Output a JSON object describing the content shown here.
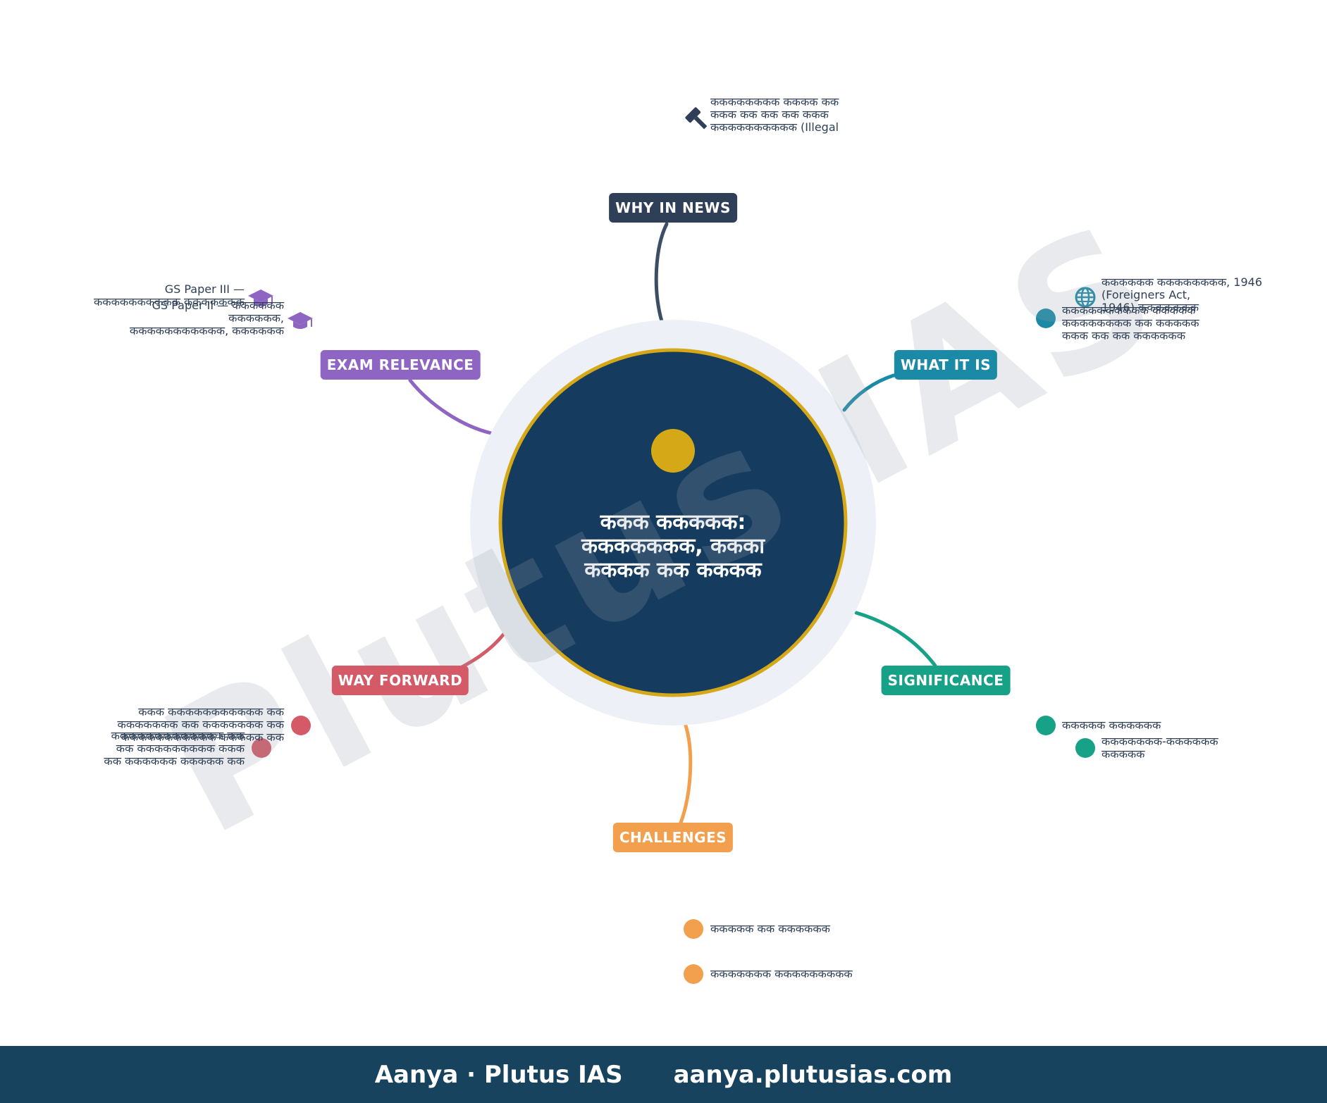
{
  "watermark": "Plutus IAS",
  "center": {
    "title_lines": [
      "ककक ककककक:",
      "ककककककक, ककका",
      "कककक कक कककक"
    ]
  },
  "branches": {
    "why_in_news": "WHY IN NEWS",
    "what_it_is": "WHAT IT IS",
    "significance": "SIGNIFICANCE",
    "challenges": "CHALLENGES",
    "way_forward": "WAY FORWARD",
    "exam_relevance": "EXAM RELEVANCE"
  },
  "notes": {
    "why_in_news": [
      "कककककककक कककक कक",
      "ककक कक कक कक ककक",
      "कककककककककक (Illegal"
    ],
    "what_it_is_1": [
      "कककककक कककककककक, 1946",
      "(Foreigners Act,",
      "1946) ककककककक"
    ],
    "what_it_is_2": [
      "कककककककककक ककककक",
      "कककककककक कक ककककक",
      "ककक कक कक कककककक"
    ],
    "significance_1": [
      "ककककक कककककक"
    ],
    "significance_2": [
      "ककककककक-कककककक",
      "ककककक"
    ],
    "challenges_1": [
      "ककककक कक कककककक"
    ],
    "challenges_2": [
      "ककककककक ककककककककक"
    ],
    "way_forward_1": [
      "ककक ककककककककककक कक",
      "ककककककक कक ककककककक कक",
      "ककककककककककक ककककक कक"
    ],
    "way_forward_2": [
      "ककककककककककककक कक",
      "कक ककककककककक ककक",
      "कक कककककक ककककक कक"
    ],
    "exam_relevance_1": [
      "GS Paper III —",
      "कककककककककक ककककककक"
    ],
    "exam_relevance_2": [
      "GS Paper II — कककककक",
      "कककककक,",
      "ककककककककककक, कककककक"
    ]
  },
  "icons": {
    "why_in_news": "gavel-icon",
    "what_it_is": "globe-icon",
    "exam_relevance": "graduation-cap-icon"
  },
  "colors": {
    "center_fill": "#153b5e",
    "center_ring": "#d4a817",
    "center_halo": "#edf1f7",
    "why_in_news": "#2f3f58",
    "what_it_is": "#1b8aa6",
    "significance": "#17a287",
    "challenges": "#f2a04d",
    "way_forward": "#d45a68",
    "exam_relevance": "#8f65c4",
    "footer_bg": "#17435f"
  },
  "footer": {
    "brand": "Aanya · Plutus IAS",
    "url": "aanya.plutusias.com"
  }
}
